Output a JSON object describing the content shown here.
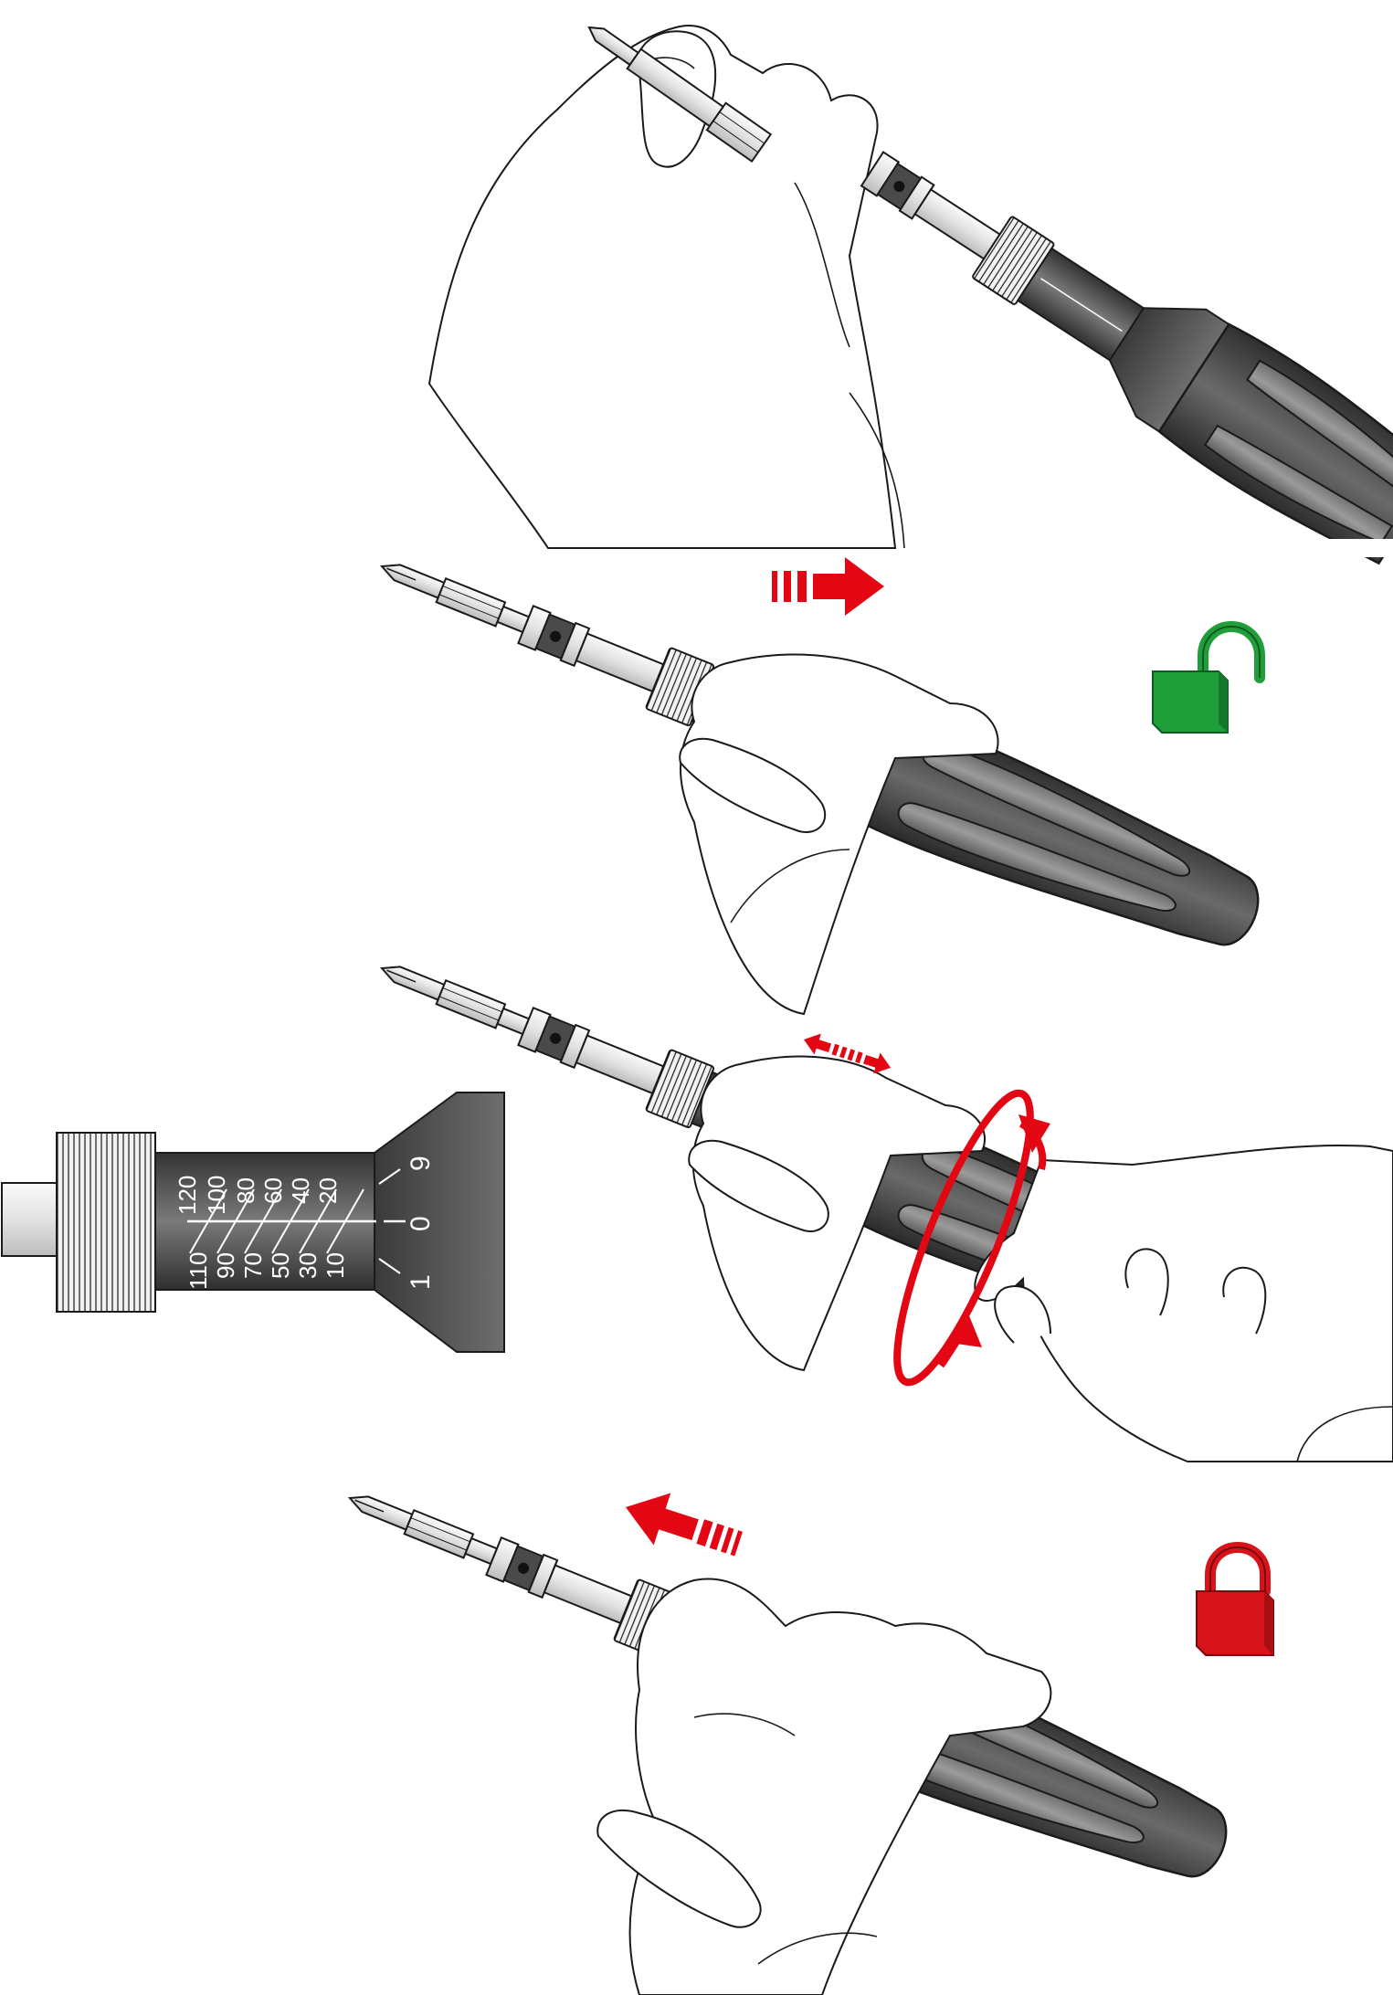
{
  "illustration": {
    "steps": [
      {
        "id": "insert-bit",
        "lock": "none"
      },
      {
        "id": "pull-collar-unlock",
        "lock": "unlocked"
      },
      {
        "id": "rotate-handle-adjust",
        "lock": "none"
      },
      {
        "id": "release-collar-lock",
        "lock": "locked"
      }
    ]
  },
  "torque_scale": {
    "upper_labels": [
      "120",
      "100",
      "80",
      "60",
      "40",
      "20"
    ],
    "lower_labels": [
      "110",
      "90",
      "70",
      "50",
      "30",
      "10"
    ],
    "ring_labels": [
      "9",
      "0",
      "1"
    ]
  },
  "colors": {
    "arrow": "#e30613",
    "unlocked_padlock": "#1f9e3a",
    "locked_padlock": "#d7141a",
    "handle_dark": "#4a4a4a",
    "handle_grip": "#8a8a8a",
    "scale_barrel": "#555555"
  },
  "icons": {
    "unlocked": "padlock-open-icon",
    "locked": "padlock-closed-icon",
    "push": "arrow-right-icon",
    "pull": "arrow-left-icon",
    "slide": "double-arrow-icon",
    "rotate": "rotate-icon"
  }
}
